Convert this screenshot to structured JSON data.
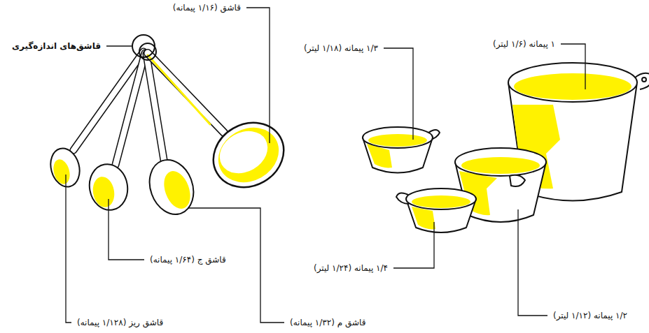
{
  "diagram": {
    "labels": [
      "قاشق (۱/۱۶ پیمانه)",
      "قاشق‌های اندازه‌گیری",
      "۱/۳ پیمانه (۱/۱۸ لیتر)",
      "۱ پیمانه (۱/۶ لیتر)",
      "قاشق ج (۱/۶۴ پیمانه)",
      "۱/۴ پیمانه (۱/۲۴ لیتر)",
      "قاشق ریز (۱/۱۲۸ پیمانه)",
      "قاشق م (۱/۳۲ پیمانه)",
      "۱/۲ پیمانه (۱/۱۲ لیتر)"
    ]
  }
}
